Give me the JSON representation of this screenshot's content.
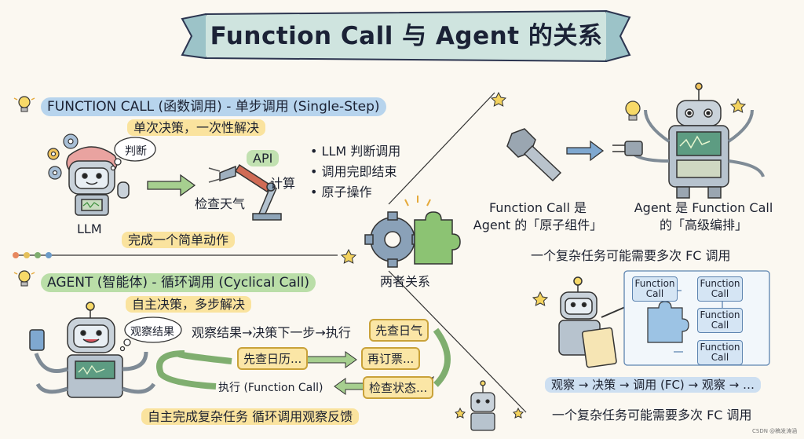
{
  "title": "Function Call 与 Agent 的关系",
  "function_call": {
    "header": "FUNCTION CALL (函数调用) - 单步调用 (Single-Step)",
    "subtitle": "单次决策，一次性解决",
    "think_bubble": "判断",
    "api_label": "API",
    "calc_label": "计算",
    "weather_label": "检查天气",
    "llm_label": "LLM",
    "bullets": [
      "LLM 判断调用",
      "调用完即结束",
      "原子操作"
    ],
    "footer": "完成一个简单动作"
  },
  "agent": {
    "header": "AGENT (智能体) - 循环调用 (Cyclical Call)",
    "subtitle": "自主决策，多步解决",
    "think_bubble": "观察结果",
    "flow_text": "观察结果→决策下一步→执行",
    "steps": [
      "先查日气",
      "先查日历...",
      "再订票...",
      "检查状态...",
      "执行 (Function Call)"
    ],
    "footer": "自主完成复杂任务  循环调用观察反馈"
  },
  "relation": {
    "center_label": "两者关系",
    "fc_desc_1": "Function Call 是",
    "fc_desc_2": "Agent 的「原子组件」",
    "agent_desc_1": "Agent 是 Function Call",
    "agent_desc_2": "的「高级编排」",
    "note_top": "一个复杂任务可能需要多次 FC 调用",
    "fc_boxes": [
      "Function Call",
      "Function Call",
      "Function Call",
      "Function Call"
    ],
    "loop_text": "观察 → 决策 → 调用 (FC) → 观察 → …",
    "note_bottom": "一个复杂任务可能需要多次 FC 调用"
  },
  "watermark": "CSDN @稿发涛涵"
}
